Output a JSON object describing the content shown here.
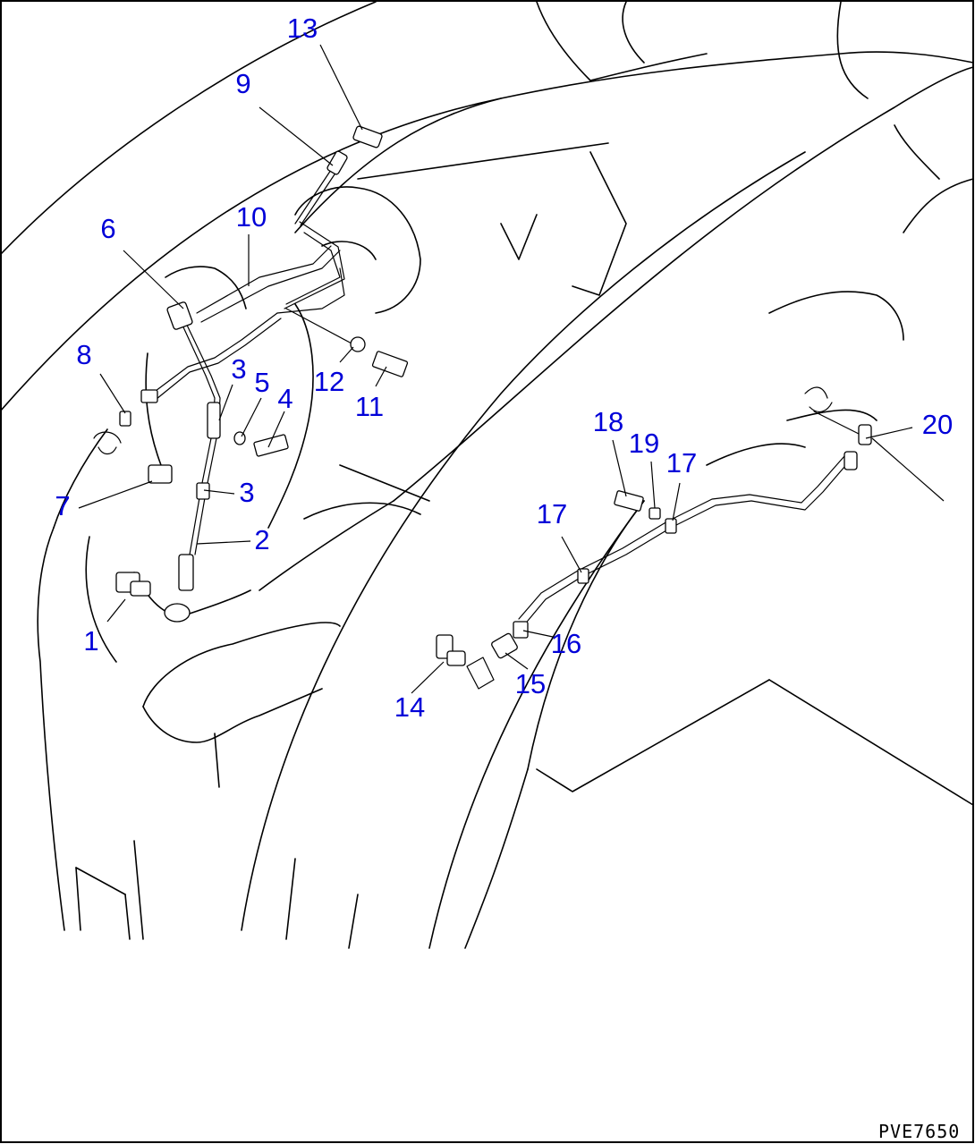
{
  "callouts": {
    "c1": "1",
    "c2": "2",
    "c3a": "3",
    "c3b": "3",
    "c4": "4",
    "c5": "5",
    "c6": "6",
    "c7": "7",
    "c8": "8",
    "c9": "9",
    "c10": "10",
    "c11": "11",
    "c12": "12",
    "c13": "13",
    "c14": "14",
    "c15": "15",
    "c16": "16",
    "c17a": "17",
    "c17b": "17",
    "c18": "18",
    "c19": "19",
    "c20": "20"
  },
  "drawing_code": "PVE7650",
  "colors": {
    "callout": "#0000d8",
    "line": "#000000",
    "background": "#ffffff"
  }
}
